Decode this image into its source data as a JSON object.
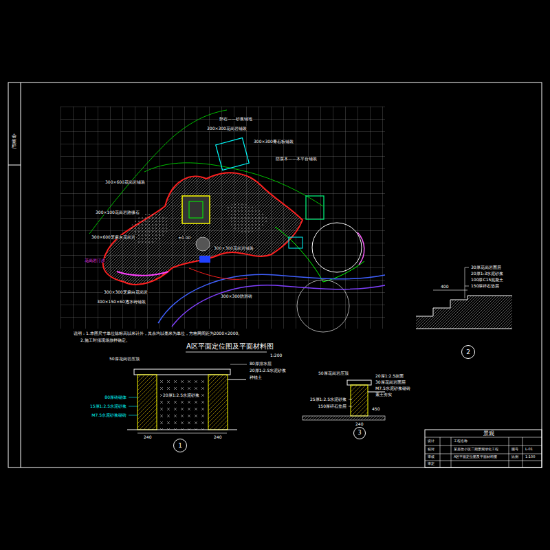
{
  "diagram": {
    "title": "A区平面定位图及平面材料图",
    "nodes": [
      {
        "text": [
          "1"
        ]
      },
      {
        "text": [
          "2"
        ]
      },
      {
        "text": [
          "3"
        ]
      }
    ],
    "labels": [
      "会签栏",
      "卵石——砂浆铺地",
      "300×300花岗岩铺装",
      "300×300青石板铺装",
      "防腐木——木平台铺装",
      "300×600花岗岩铺装",
      "300×100花岗岩路缘石",
      "300×600芝麻灰花岗岩",
      "花岗岩汀步",
      "300×300花岗岩铺装",
      "300×300芝麻白花岗岩",
      "300×150×60透水砖铺装",
      "300×300防滑砖",
      "±0.00",
      "说明：1.本图尺寸单位除标高以米计外，其余均以毫米为单位，方格网间距为2000×2000。",
      "2.施工时须现场放样确定。",
      "1:200",
      "30厚花岗岩面层",
      "20厚1:3水泥砂浆",
      "100厚C15混凝土",
      "150厚碎石垫层",
      "400",
      "50厚花岗岩压顶",
      "80厚排水层",
      "20厚1:2.5水泥砂浆",
      "种植土",
      "80厚砖砌体",
      "15厚1:2.5水泥砂浆",
      "M7.5水泥砂浆砌砖",
      "20厚1:2.5水泥砂浆",
      "240",
      "240",
      "50厚花岗岩压顶",
      "20厚1:2.5抹面",
      "30厚花岗岩面层",
      "M7.5水泥砂浆砌砖",
      "素土夯实",
      "25厚1:2.5水泥砂浆",
      "150厚碎石垫层",
      "450",
      "240",
      "景观",
      "设计",
      "校对",
      "审核",
      "审定",
      "工程名称",
      "某居住小区二期景观绿化工程",
      "A区平面定位图及平面材料图",
      "图号",
      "比例",
      "L-01",
      "1:100"
    ]
  }
}
